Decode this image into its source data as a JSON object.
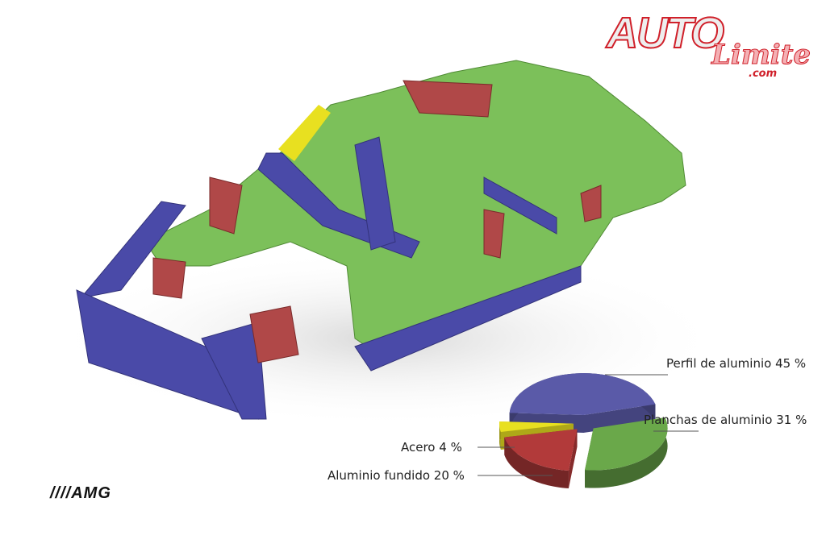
{
  "logo": {
    "brand": "AUTO",
    "script": "Limite",
    "domain": ".com"
  },
  "amg_logo": {
    "text": "////AMG"
  },
  "chart_data": {
    "type": "pie",
    "title": "",
    "slices": [
      {
        "label": "Perfil de aluminio 45 %",
        "value": 45,
        "color": "#5a5aa8"
      },
      {
        "label": "Planchas de aluminio 31 %",
        "value": 31,
        "color": "#6aa84a"
      },
      {
        "label": "Aluminio fundido 20 %",
        "value": 20,
        "color": "#b23a3a"
      },
      {
        "label": "Acero 4 %",
        "value": 4,
        "color": "#e8e020"
      }
    ]
  },
  "colors": {
    "green": "#7cc05a",
    "blue": "#4a4aa8",
    "red": "#b04848",
    "yellow": "#e8e020"
  }
}
